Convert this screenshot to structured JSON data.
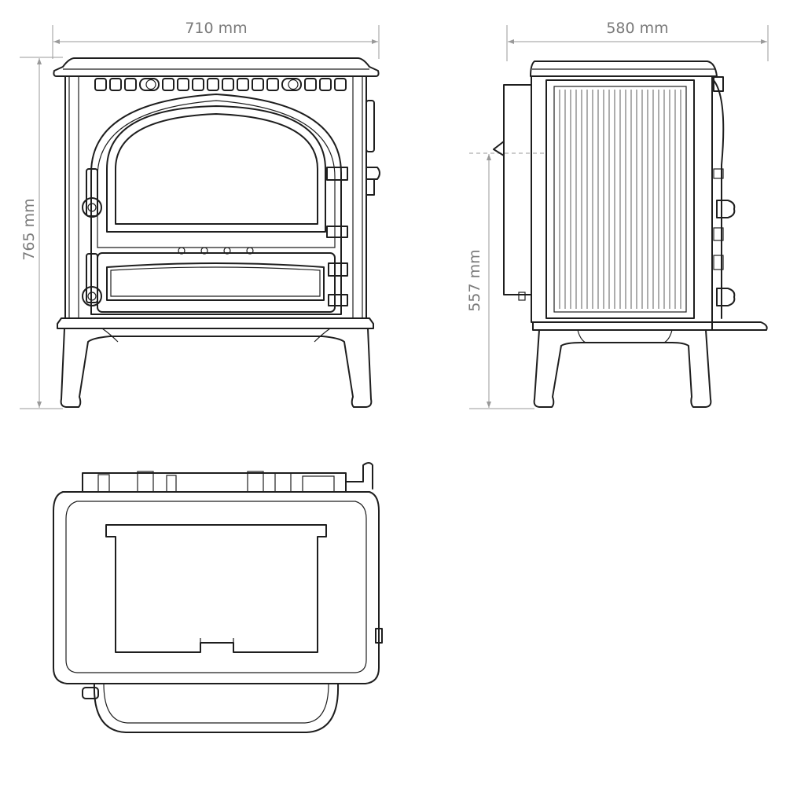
{
  "front_view": {
    "width_label": "710 mm",
    "height_label": "765 mm"
  },
  "side_view": {
    "depth_label": "580 mm",
    "flue_height_label": "557 mm"
  },
  "colors": {
    "line": "#1e1e1e",
    "dimension": "#9a9a9a",
    "background": "#ffffff"
  }
}
